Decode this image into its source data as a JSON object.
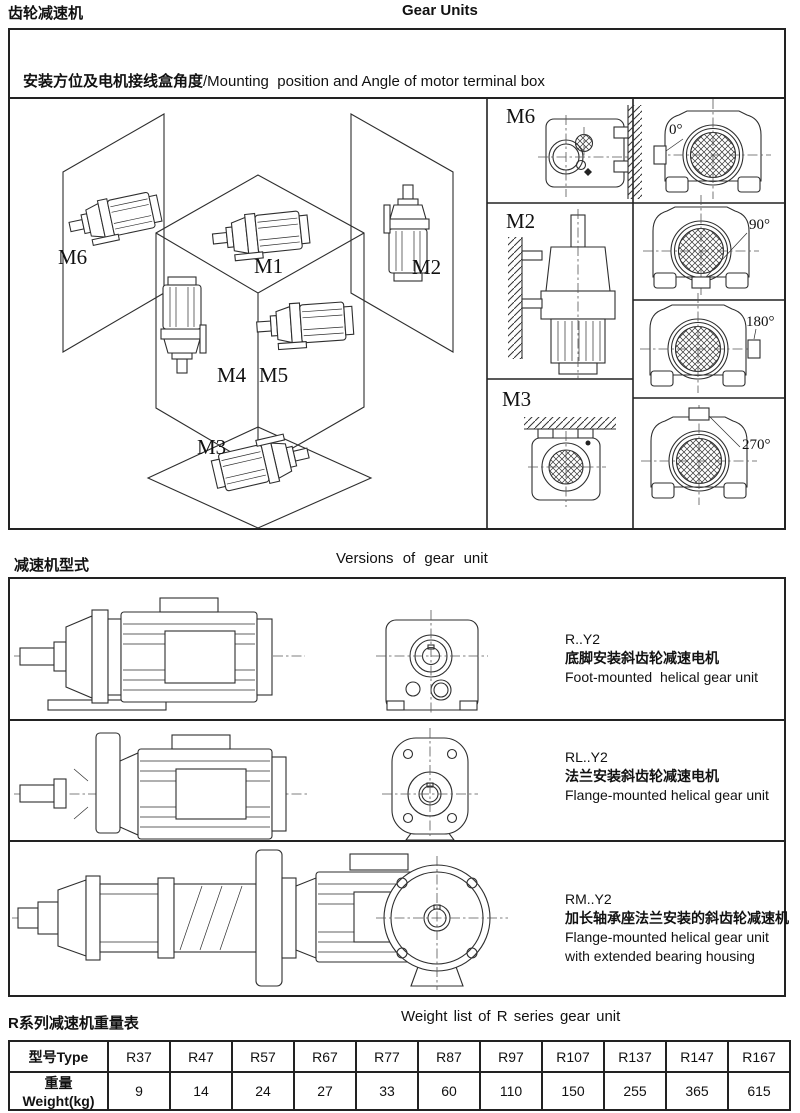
{
  "header": {
    "title_zh": "齿轮减速机",
    "title_en": "Gear Units"
  },
  "mounting": {
    "title_zh": "安装方位及电机接线盒角度",
    "title_en": "/Mounting  position and Angle of motor terminal box",
    "cube_labels": {
      "m1": "M1",
      "m2": "M2",
      "m3": "M3",
      "m4": "M4",
      "m5": "M5",
      "m6": "M6"
    },
    "panel_labels": {
      "m6": "M6",
      "m2": "M2",
      "m3": "M3"
    },
    "angle_labels": {
      "a0": "0°",
      "a90": "90°",
      "a180": "180°",
      "a270": "270°"
    }
  },
  "versions": {
    "title_zh": "减速机型式",
    "title_en": "Versions of gear unit",
    "rows": [
      {
        "code": "R..Y2",
        "desc_zh": "底脚安装斜齿轮减速电机",
        "desc_en": "Foot-mounted  helical gear unit",
        "desc_en2": ""
      },
      {
        "code": "RL..Y2",
        "desc_zh": "法兰安装斜齿轮减速电机",
        "desc_en": "Flange-mounted helical gear unit",
        "desc_en2": ""
      },
      {
        "code": "RM..Y2",
        "desc_zh": "加长轴承座法兰安装的斜齿轮减速机",
        "desc_en": "Flange-mounted helical gear unit",
        "desc_en2": "with extended bearing housing"
      }
    ]
  },
  "weights": {
    "title_zh": "R系列减速机重量表",
    "title_en": "Weight list of R series gear unit",
    "row_header_type": "型号Type",
    "row_header_weight": "重量Weight(kg)",
    "models": [
      "R37",
      "R47",
      "R57",
      "R67",
      "R77",
      "R87",
      "R97",
      "R107",
      "R137",
      "R147",
      "R167"
    ],
    "values": [
      "9",
      "14",
      "24",
      "27",
      "33",
      "60",
      "110",
      "150",
      "255",
      "365",
      "615"
    ]
  },
  "chart_data": {
    "type": "table",
    "title": "Weight list of R series gear unit",
    "columns": [
      "R37",
      "R47",
      "R57",
      "R67",
      "R77",
      "R87",
      "R97",
      "R107",
      "R137",
      "R147",
      "R167"
    ],
    "rows": [
      {
        "label": "重量Weight(kg)",
        "values": [
          9,
          14,
          24,
          27,
          33,
          60,
          110,
          150,
          255,
          365,
          615
        ]
      }
    ]
  }
}
